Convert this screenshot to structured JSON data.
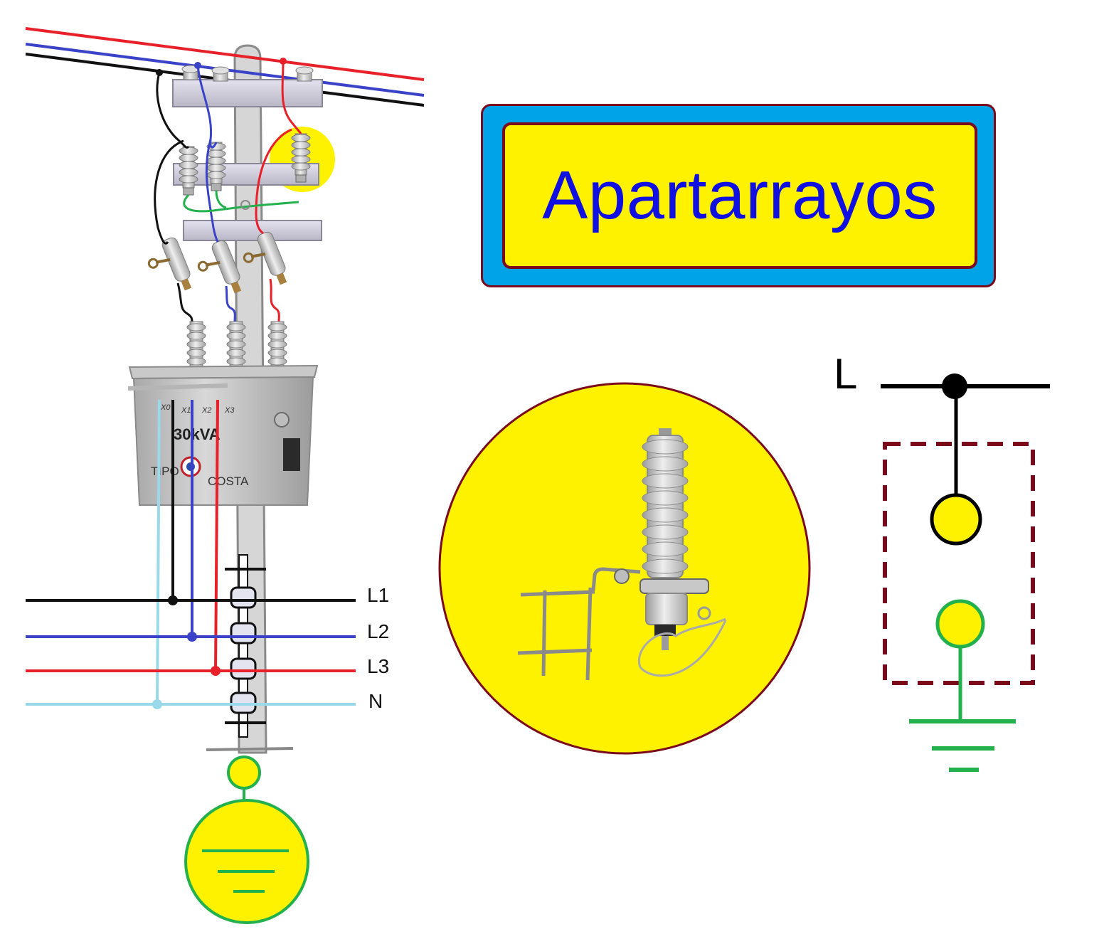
{
  "title": "Apartarrayos",
  "transformer": {
    "rating": "30kVA",
    "left_text": "TIPO",
    "right_text": "COSTA",
    "terminals": [
      "X0",
      "X1",
      "X2",
      "X3"
    ]
  },
  "bus_labels": {
    "l1": "L1",
    "l2": "L2",
    "l3": "L3",
    "n": "N"
  },
  "symbol_label": "L",
  "colors": {
    "phase_black": "#000000",
    "phase_blue": "#3a43c8",
    "phase_red": "#e8202a",
    "neutral": "#99d9ea",
    "ground": "#22b14c",
    "highlight": "#fff200",
    "frame": "#7a0a1c"
  },
  "icons": [
    "ground-icon",
    "surge-arrester-icon",
    "fuse-cutout-icon",
    "insulator-icon"
  ]
}
